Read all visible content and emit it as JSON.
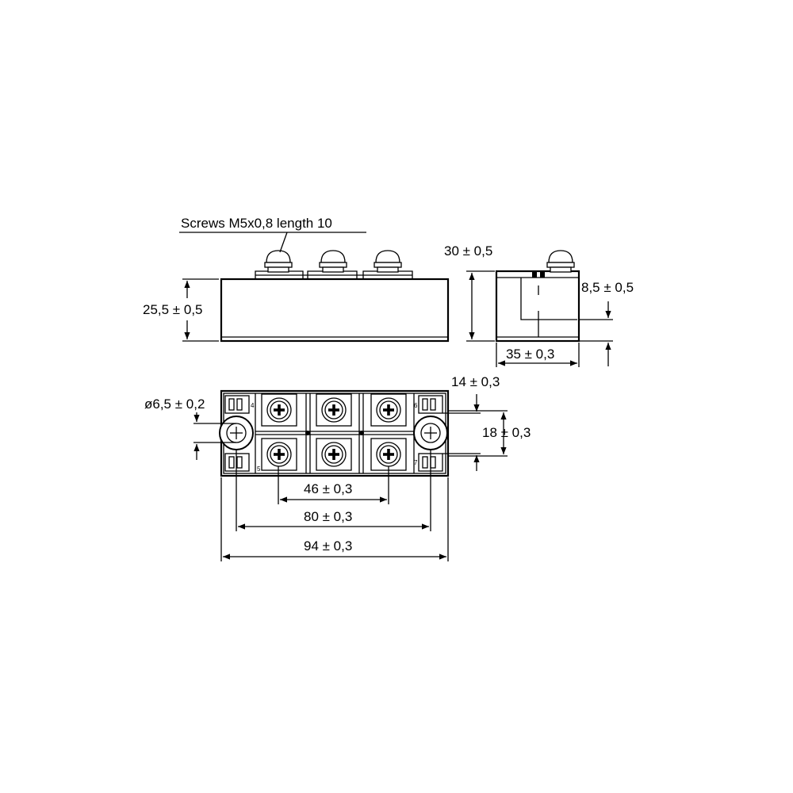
{
  "annotations": {
    "screws": "Screws M5x0,8 length 10",
    "height_front": "25,5 ± 0,5",
    "height_side_total": "30 ± 0,5",
    "side_offset": "8,5 ± 0,5",
    "side_width": "35 ± 0,3",
    "hole_diameter": "ø6,5 ± 0,2",
    "pin_offset": "14 ± 0,3",
    "row_spacing": "18 ± 0,3",
    "screw_spacing": "46 ± 0,3",
    "hole_spacing": "80 ± 0,3",
    "overall_length": "94 ± 0,3"
  },
  "pin_marks": [
    "4",
    "5",
    "6",
    "7"
  ],
  "colors": {
    "line": "#000000",
    "background": "#ffffff"
  }
}
